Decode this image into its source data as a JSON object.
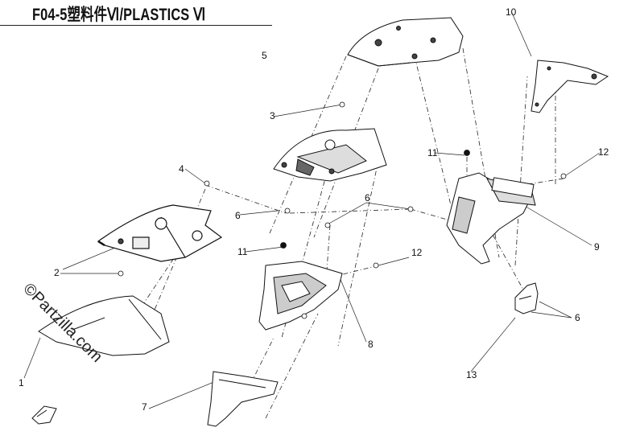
{
  "header": {
    "title": "F04-5塑料件Ⅵ/PLASTICS Ⅵ"
  },
  "watermark": "©Partzilla.com",
  "callouts": [
    "1",
    "2",
    "3",
    "4",
    "5",
    "6",
    "6",
    "6",
    "7",
    "8",
    "9",
    "10",
    "11",
    "11",
    "12",
    "12",
    "13"
  ],
  "colors": {
    "line": "#1a1a1a",
    "fill": "#ffffff",
    "part_dark": "#6a6a6a"
  }
}
